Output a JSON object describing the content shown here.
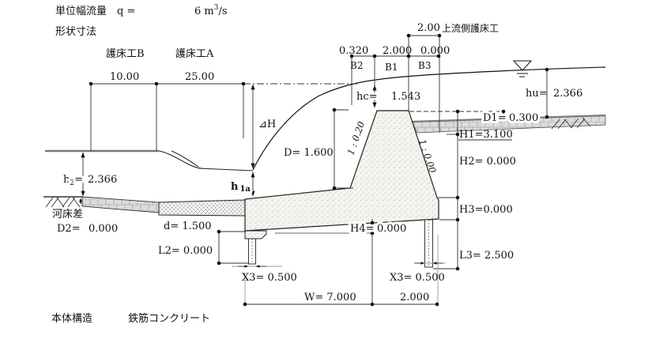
{
  "header": {
    "q_label": "単位幅流量　q =",
    "q_value": "6 m",
    "q_sup": "3",
    "q_unit": "/s",
    "shape_title": "形状寸法"
  },
  "protection": {
    "gosho_b": "護床工B",
    "gosho_a": "護床工A",
    "len_gosho_b": "10.00",
    "len_gosho_a": "25.00",
    "upstream_len": "2.00",
    "upstream_label": "上流側護床工",
    "d_small": "d= 1.500",
    "d1_label": "D1=",
    "d1_value": "0.300"
  },
  "crest": {
    "b2_dim": "0.320",
    "b1_dim": "2.000",
    "b3_dim": "0.000",
    "b2": "B2",
    "b1": "B1",
    "b3": "B3",
    "hc_label": "hc=",
    "hc_value": "1.543"
  },
  "water": {
    "hu_label": "hu=",
    "hu_value": "2.366",
    "delta_h": "⊿H",
    "h1a_main": "h",
    "h1a_sub": "1a",
    "h2_main": "h",
    "h2_sub": "2",
    "h2_eq": "=",
    "h2_value": "2.366"
  },
  "weir": {
    "d_label": "D= 1.600",
    "slope_left": "1 : 0.20",
    "slope_right": "1 : 0.00"
  },
  "dims_right": {
    "h1": "H1=3.100",
    "h2": "H2= 0.000",
    "h3": "H3=0.000",
    "l3": "L3= 2.500"
  },
  "dims_bottom": {
    "h4_label": "H4=",
    "h4_value": "0.000",
    "l2": "L2= 0.000",
    "x3_left": "X3= 0.500",
    "x3_right": "X3= 0.500",
    "w": "W= 7.000",
    "w_right": "2.000"
  },
  "left": {
    "kasho_sa": "河床差",
    "d2_label": "D2=",
    "d2_value": "0.000"
  },
  "footer": {
    "structure_label": "本体構造",
    "structure_value": "鉄筋コンクリート"
  },
  "colors": {
    "line": "#1a1a1a",
    "dim_gray": "#9a9a9a",
    "ground": "#787878",
    "concrete": "#f5f4f0"
  }
}
